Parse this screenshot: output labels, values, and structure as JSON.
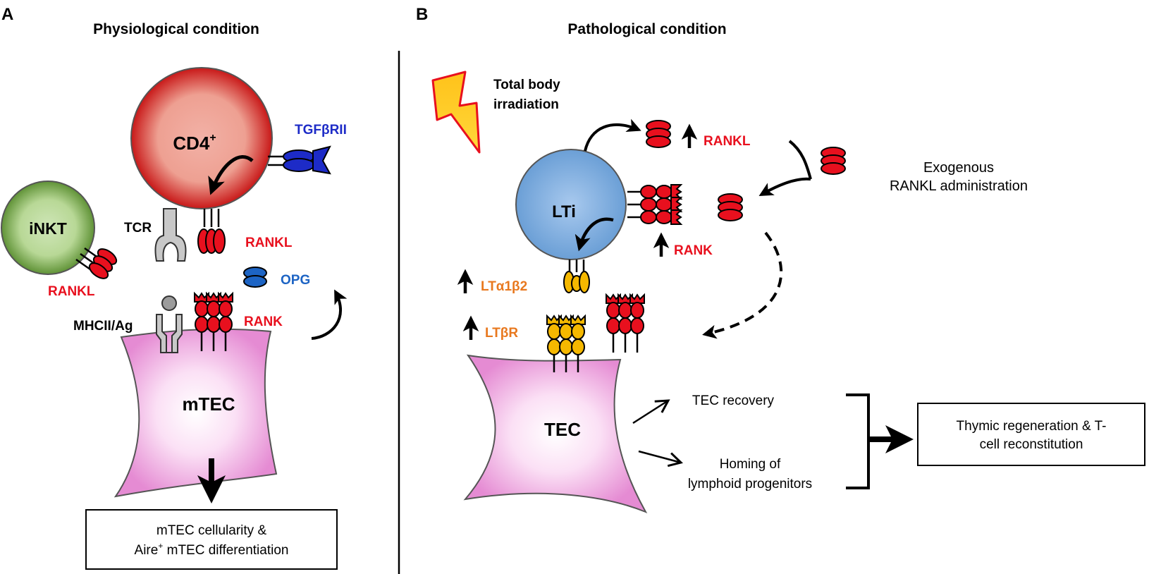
{
  "panels": {
    "a": {
      "letter": "A",
      "title": "Physiological condition",
      "cells": {
        "cd4": "CD4",
        "cd4_sup": "+",
        "inkt": "iNKT",
        "mtec": "mTEC"
      },
      "labels": {
        "tgfbrii": "TGFβRII",
        "tcr": "TCR",
        "rankl_cd4": "RANKL",
        "rankl_inkt": "RANKL",
        "opg": "OPG",
        "mhcii": "MHCII/Ag",
        "rank": "RANK"
      },
      "outcome": {
        "line1": "mTEC cellularity &",
        "line2_pre": "Aire",
        "line2_sup": "+",
        "line2_post": " mTEC differentiation"
      }
    },
    "b": {
      "letter": "B",
      "title": "Pathological condition",
      "irradiation": {
        "line1": "Total body",
        "line2": "irradiation"
      },
      "cells": {
        "lti": "LTi",
        "tec": "TEC"
      },
      "labels": {
        "rankl": "RANKL",
        "rank": "RANK",
        "lta1b2": "LTα1β2",
        "ltbr": "LTβR"
      },
      "exogenous": {
        "line1": "Exogenous",
        "line2": "RANKL administration"
      },
      "effects": {
        "tec_recovery": "TEC recovery",
        "homing_line1": "Homing of",
        "homing_line2": "lymphoid progenitors"
      },
      "outcome": {
        "line1": "Thymic regeneration & T-",
        "line2": "cell reconstitution"
      }
    }
  },
  "colors": {
    "rankl_red": "#e8101e",
    "opg_blue": "#1d64c4",
    "tgf_blue": "#1d2bc7",
    "lt_orange": "#e8781e",
    "cd4_red": "#c81818",
    "inkt_green": "#6a9a3c",
    "lti_blue": "#7aaede",
    "tec_pink": "#e89ad8",
    "yellow": "#f5b800"
  }
}
